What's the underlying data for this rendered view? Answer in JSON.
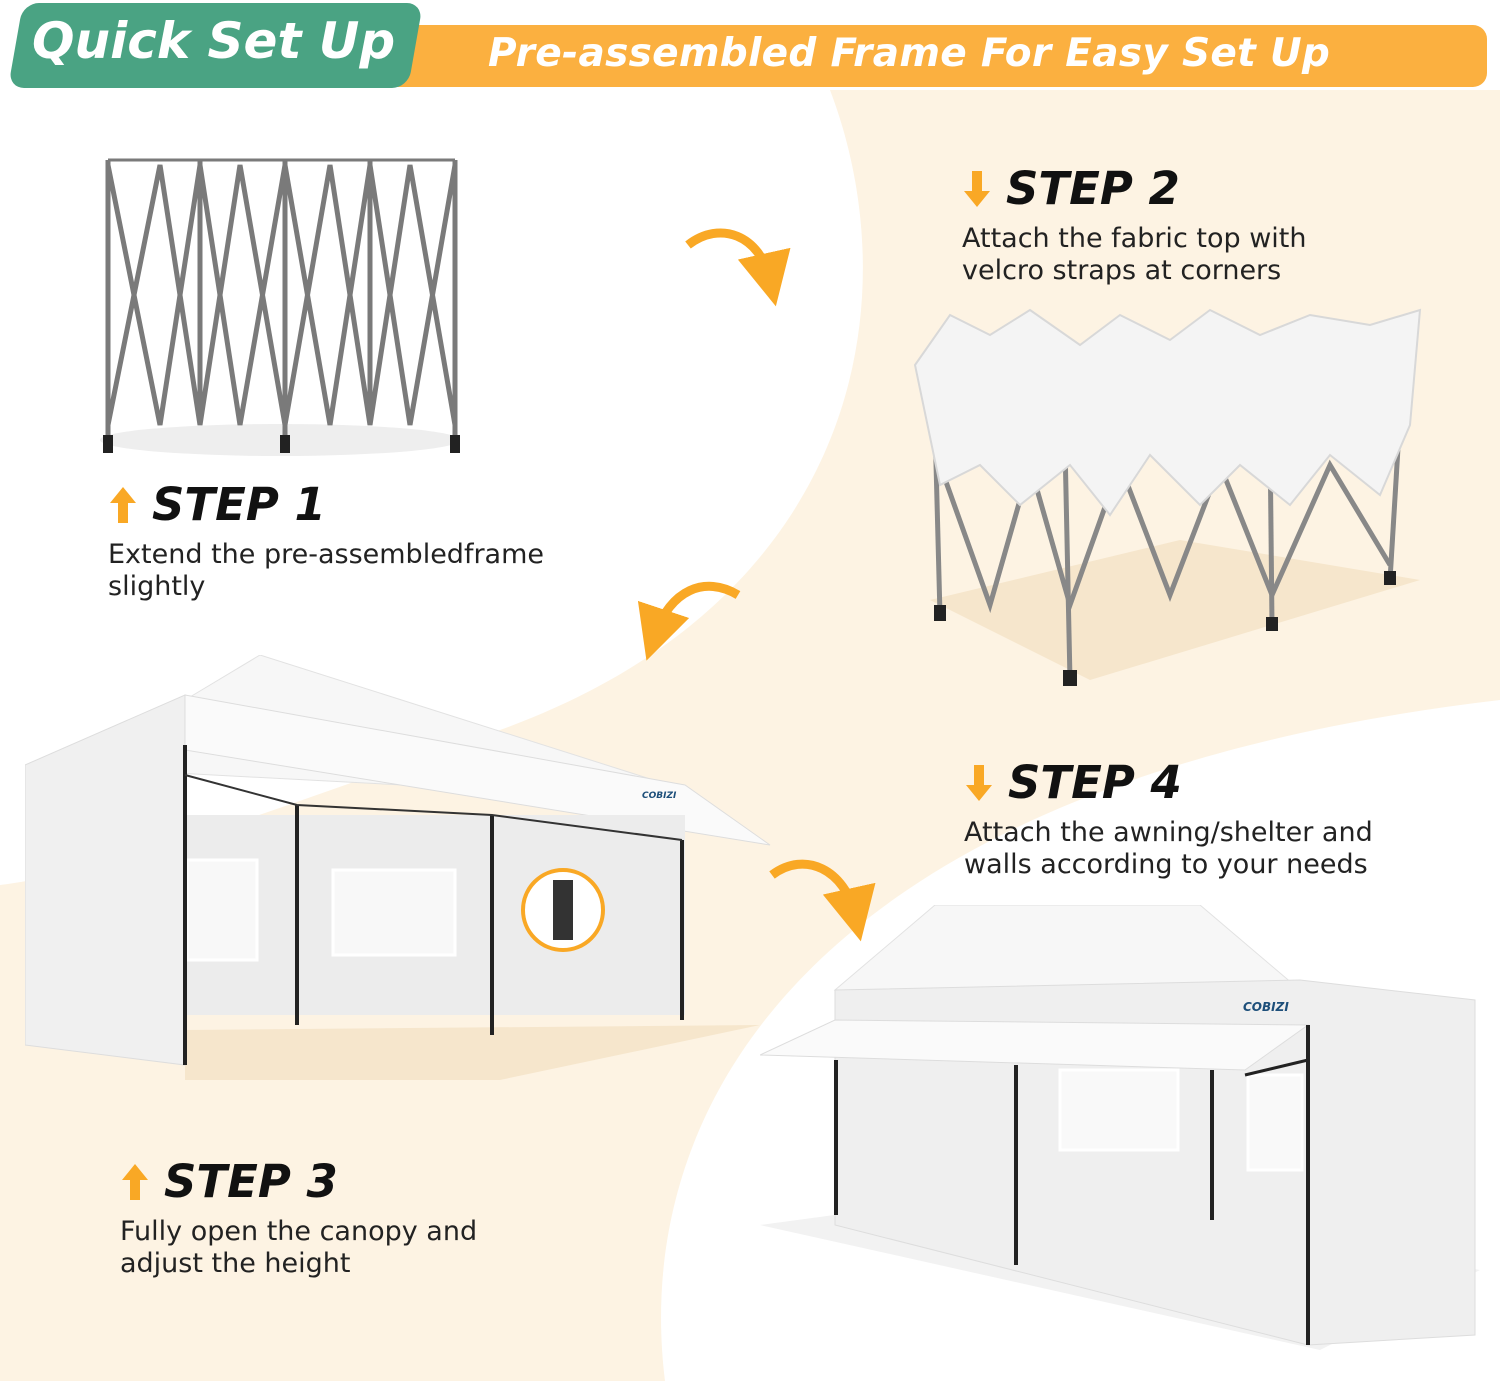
{
  "header": {
    "badge": "Quick Set Up",
    "subtitle": "Pre-assembled Frame For Easy Set Up"
  },
  "steps": [
    {
      "title": "STEP 1",
      "description": "Extend the pre-assembledframe\nslightly",
      "icon": "arrow-up-icon"
    },
    {
      "title": "STEP 2",
      "description": "Attach the fabric top with\nvelcro straps at corners",
      "icon": "arrow-down-icon"
    },
    {
      "title": "STEP 3",
      "description": "Fully open the canopy and\nadjust the height",
      "icon": "arrow-up-icon"
    },
    {
      "title": "STEP 4",
      "description": "Attach the awning/shelter and\nwalls according to your needs",
      "icon": "arrow-down-icon"
    }
  ],
  "brand_logo": "COBIZI",
  "colors": {
    "green": "#4aa383",
    "orange": "#fbb040",
    "cream": "#fdf3e3",
    "arrow": "#f9a825"
  }
}
